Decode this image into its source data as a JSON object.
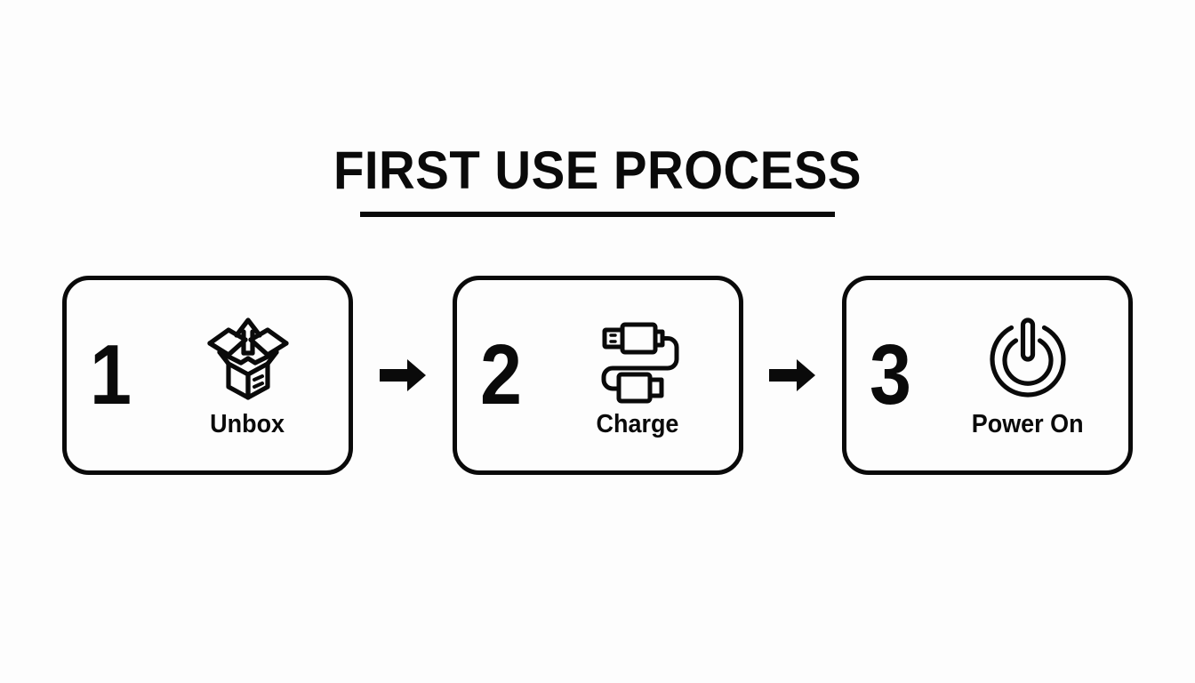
{
  "background_color": "#fdfdfd",
  "ink_color": "#0a0a0a",
  "header": {
    "title": "FIRST USE PROCESS"
  },
  "steps": [
    {
      "number": "1",
      "label": "Unbox",
      "icon": "open-box-arrow-up-icon"
    },
    {
      "number": "2",
      "label": "Charge",
      "icon": "usb-charging-cable-icon"
    },
    {
      "number": "3",
      "label": "Power On",
      "icon": "power-symbol-icon"
    }
  ],
  "connectors": [
    {
      "icon": "arrow-right-icon"
    },
    {
      "icon": "arrow-right-icon"
    }
  ]
}
